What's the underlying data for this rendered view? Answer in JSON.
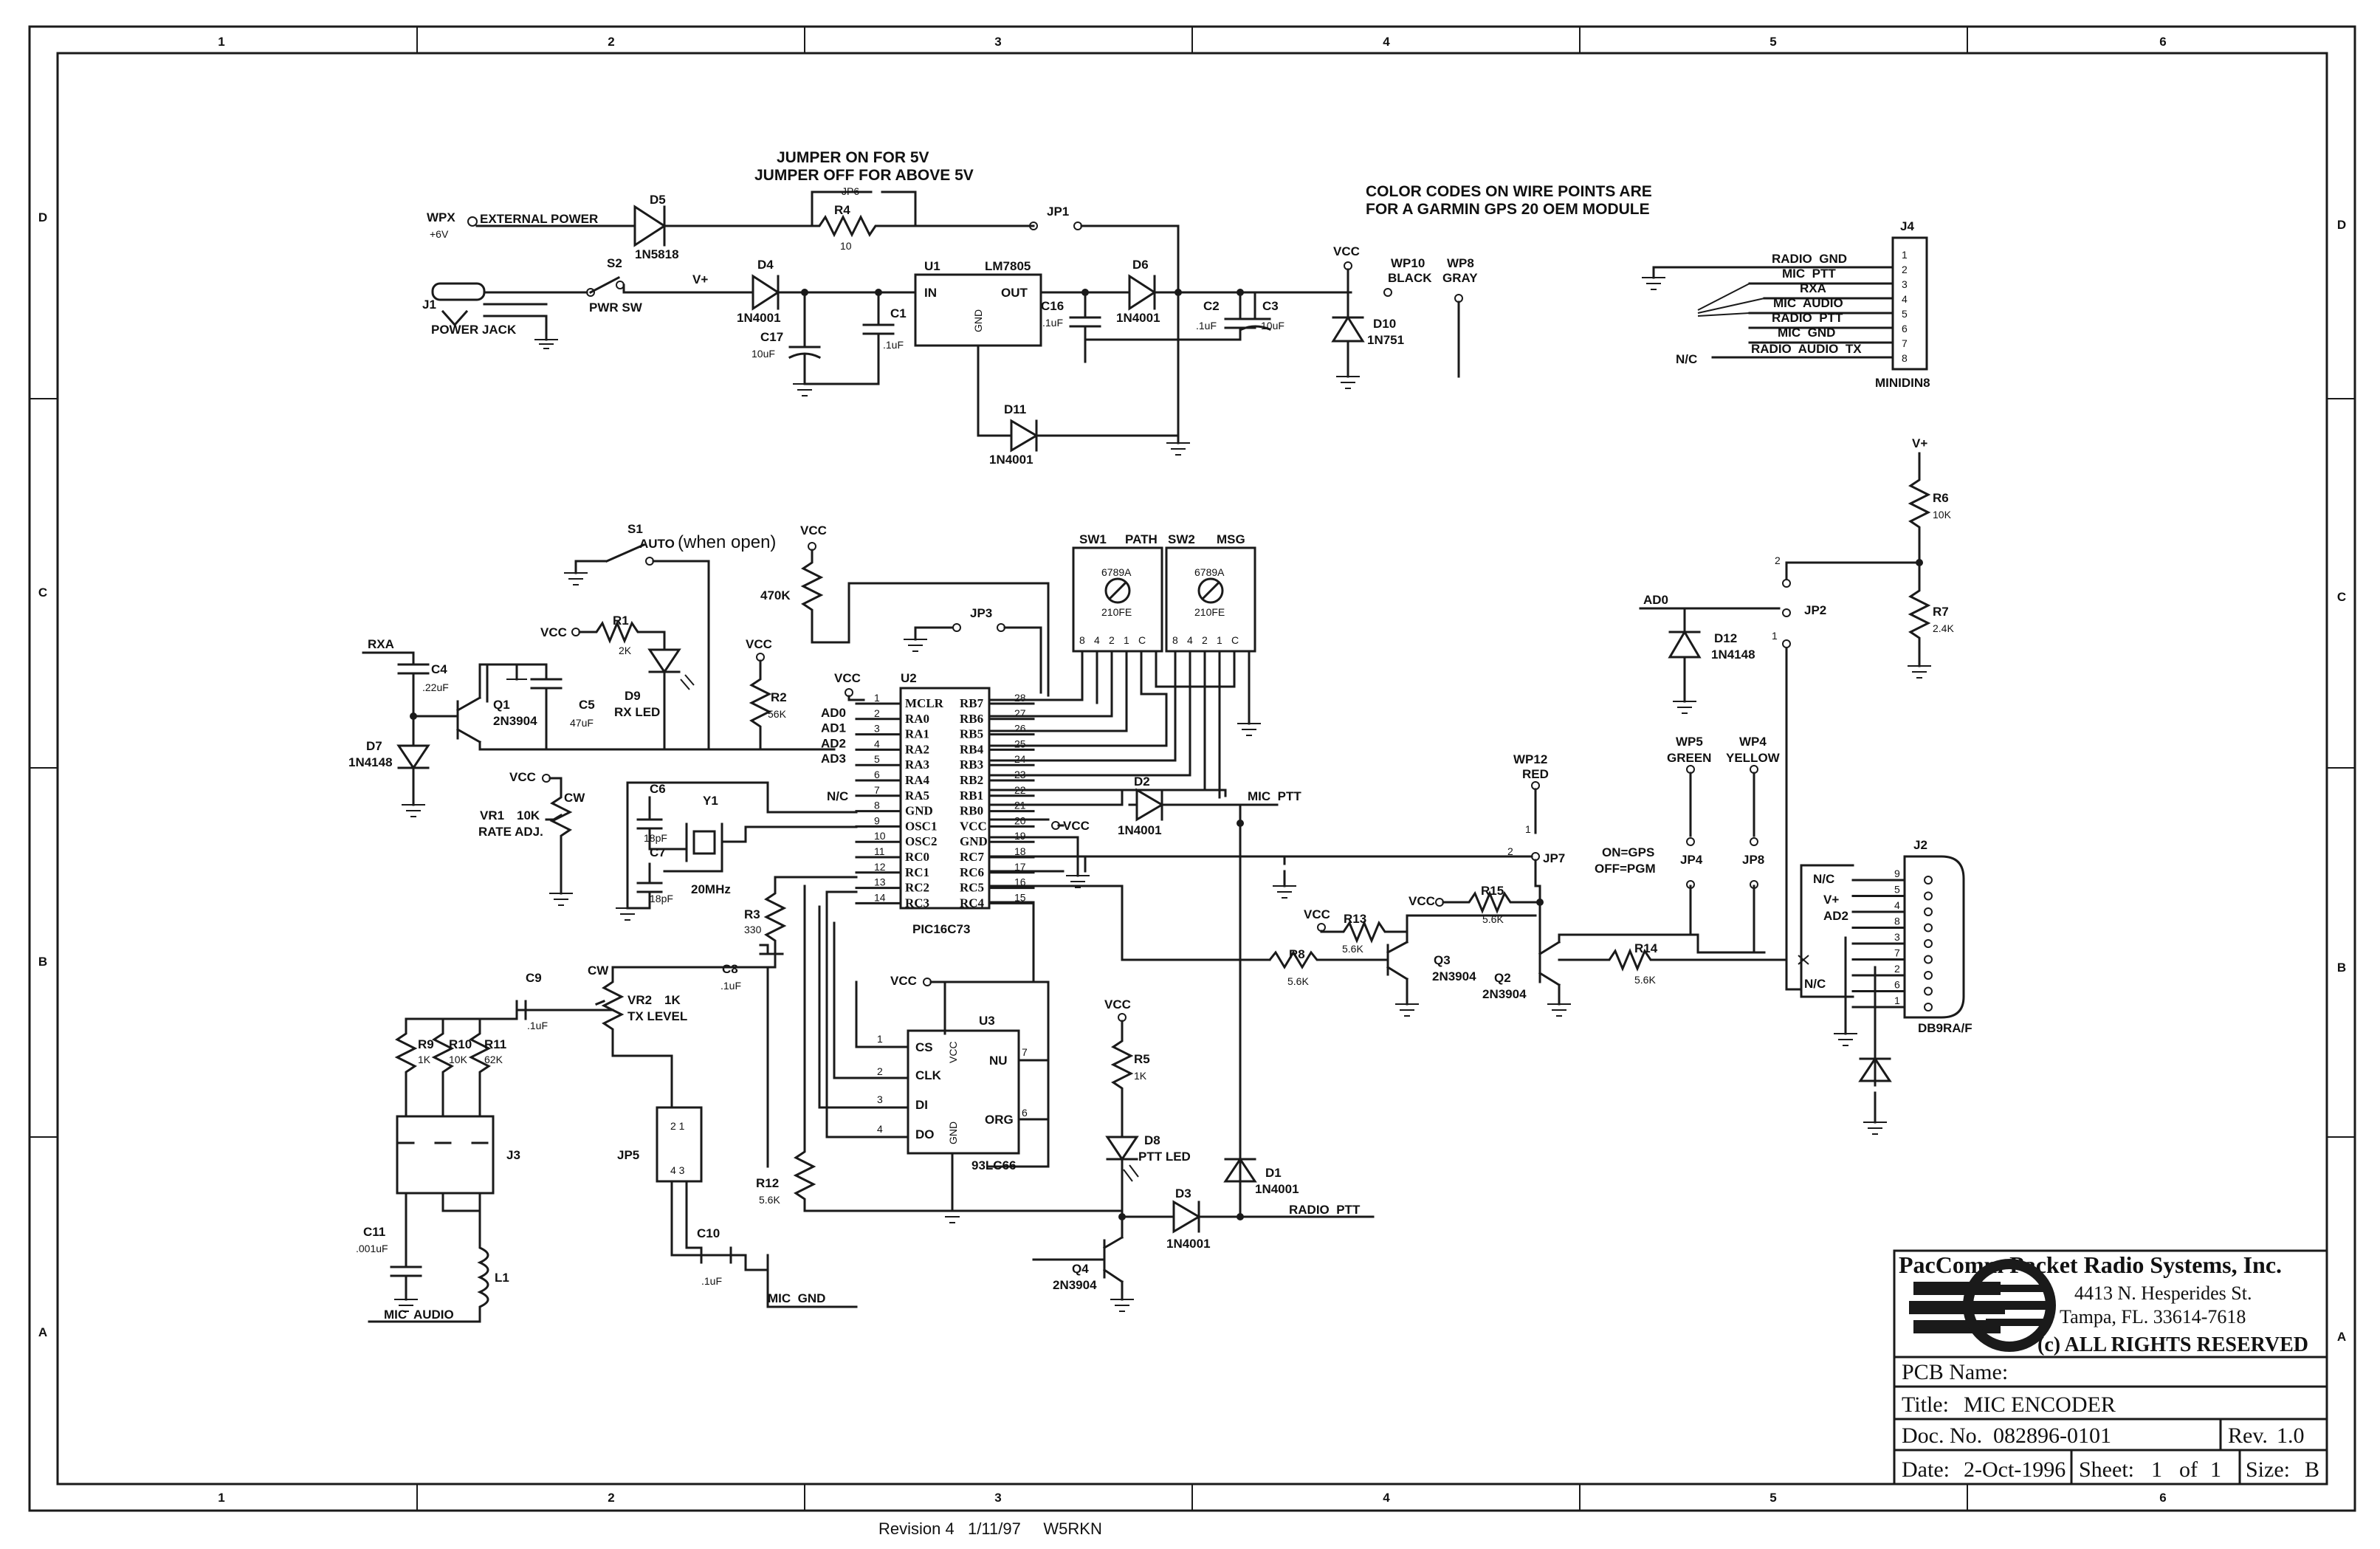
{
  "title_block": {
    "company": "PacComm Packet Radio Systems, Inc.",
    "address1": "4413 N. Hesperides St.",
    "address2": "Tampa, FL. 33614-7618",
    "rights": "(c) ALL RIGHTS RESERVED",
    "pcb_label": "PCB Name:",
    "title_label": "Title:",
    "title": "MIC ENCODER",
    "doc_label": "Doc. No.",
    "doc_no": "082896-0101",
    "rev_label": "Rev.",
    "rev": "1.0",
    "date_label": "Date:",
    "date": "2-Oct-1996",
    "sheet_label": "Sheet:",
    "sheet": "1",
    "of_label": "of",
    "of": "1",
    "size_label": "Size:",
    "size": "B"
  },
  "footer": {
    "revision": "Revision 4   1/11/97     W5RKN"
  },
  "border": {
    "cols": [
      "1",
      "2",
      "3",
      "4",
      "5",
      "6"
    ],
    "rows": [
      "D",
      "C",
      "B",
      "A"
    ]
  },
  "notes": {
    "jumper_on": "JUMPER ON FOR 5V",
    "jumper_off": "JUMPER OFF FOR ABOVE 5V",
    "color_codes1": "COLOR CODES ON WIRE POINTS ARE",
    "color_codes2": "FOR A GARMIN GPS 20 OEM MODULE",
    "on_gps": "ON=GPS",
    "off_pgm": "OFF=PGM"
  },
  "power": {
    "wpx": "WPX",
    "plus6v": "+6V",
    "external_power": "EXTERNAL POWER",
    "d5": "D5",
    "d5_part": "1N5818",
    "jp6": "JP6",
    "r4": "R4",
    "r4_val": "10",
    "jp1": "JP1",
    "j1": "J1",
    "power_jack": "POWER JACK",
    "s2": "S2",
    "pwr_sw": "PWR SW",
    "vplus": "V+",
    "d4": "D4",
    "d4_part": "1N4001",
    "c17": "C17",
    "c17_val": "10uF",
    "c1": "C1",
    "c1_val": ".1uF",
    "u1": "U1",
    "u1_part": "LM7805",
    "u1_in": "IN",
    "u1_out": "OUT",
    "u1_gnd": "GND",
    "c16": "C16",
    "c16_val": ".1uF",
    "d6": "D6",
    "d6_part": "1N4001",
    "c2": "C2",
    "c2_val": ".1uF",
    "c3": "C3",
    "c3_val": "10uF",
    "d11": "D11",
    "d11_part": "1N4001",
    "vcc": "VCC",
    "d10": "D10",
    "d10_part": "1N751",
    "wp10": "WP10",
    "black": "BLACK",
    "wp8": "WP8",
    "gray": "GRAY"
  },
  "j4": {
    "ref": "J4",
    "name": "MINIDIN8",
    "nc": "N/C",
    "pins": [
      {
        "num": "1",
        "label": "RADIO  GND"
      },
      {
        "num": "2",
        "label": "MIC  PTT"
      },
      {
        "num": "3",
        "label": "RXA"
      },
      {
        "num": "4",
        "label": "MIC  AUDIO"
      },
      {
        "num": "5",
        "label": "RADIO  PTT"
      },
      {
        "num": "6",
        "label": "MIC  GND"
      },
      {
        "num": "7",
        "label": ""
      },
      {
        "num": "8",
        "label": "RADIO  AUDIO  TX"
      }
    ]
  },
  "left": {
    "s1": "S1",
    "auto": "AUTO",
    "when_open": "(when open)",
    "vcc": "VCC",
    "r470k": "470K",
    "r1": "R1",
    "r1_val": "2K",
    "rxa": "RXA",
    "c4": "C4",
    "c4_val": ".22uF",
    "q1": "Q1",
    "q1_part": "2N3904",
    "c5": "C5",
    "c5_val": "47uF",
    "d9": "D9",
    "d9_part": "RX LED",
    "r2": "R2",
    "r2_val": "56K",
    "d7": "D7",
    "d7_part": "1N4148",
    "vr1": "VR1",
    "vr1_val": "10K",
    "rate_adj": "RATE ADJ.",
    "cw": "CW",
    "c6": "C6",
    "c6_val": "18pF",
    "c7": "C7",
    "c7_val": "18pF",
    "y1": "Y1",
    "y1_val": "20MHz",
    "nc": "N/C",
    "r3": "R3",
    "r3_val": "330",
    "c8": "C8",
    "c8_val": ".1uF",
    "c9": "C9",
    "c9_val": ".1uF",
    "vr2": "VR2",
    "vr2_val": "1K",
    "tx_level": "TX LEVEL",
    "r9": "R9",
    "r9_val": "1K",
    "r10": "R10",
    "r10_val": "10K",
    "r11": "R11",
    "r11_val": "62K",
    "j3": "J3",
    "jp5": "JP5",
    "c11": "C11",
    "c11_val": ".001uF",
    "l1": "L1",
    "mic_audio": "MIC  AUDIO",
    "c10": "C10",
    "c10_val": ".1uF",
    "mic_gnd": "MIC  GND",
    "r12": "R12",
    "r12_val": "5.6K",
    "jp3": "JP3"
  },
  "u2": {
    "ref": "U2",
    "part": "PIC16C73",
    "left_pins": [
      {
        "num": "1",
        "name": "MCLR",
        "net": ""
      },
      {
        "num": "2",
        "name": "RA0",
        "net": "AD0"
      },
      {
        "num": "3",
        "name": "RA1",
        "net": "AD1"
      },
      {
        "num": "4",
        "name": "RA2",
        "net": "AD2"
      },
      {
        "num": "5",
        "name": "RA3",
        "net": "AD3"
      },
      {
        "num": "6",
        "name": "RA4",
        "net": ""
      },
      {
        "num": "7",
        "name": "RA5",
        "net": ""
      },
      {
        "num": "8",
        "name": "GND",
        "net": ""
      },
      {
        "num": "9",
        "name": "OSC1",
        "net": ""
      },
      {
        "num": "10",
        "name": "OSC2",
        "net": ""
      },
      {
        "num": "11",
        "name": "RC0",
        "net": ""
      },
      {
        "num": "12",
        "name": "RC1",
        "net": ""
      },
      {
        "num": "13",
        "name": "RC2",
        "net": ""
      },
      {
        "num": "14",
        "name": "RC3",
        "net": ""
      }
    ],
    "right_pins": [
      {
        "num": "28",
        "name": "RB7"
      },
      {
        "num": "27",
        "name": "RB6"
      },
      {
        "num": "26",
        "name": "RB5"
      },
      {
        "num": "25",
        "name": "RB4"
      },
      {
        "num": "24",
        "name": "RB3"
      },
      {
        "num": "23",
        "name": "RB2"
      },
      {
        "num": "22",
        "name": "RB1"
      },
      {
        "num": "21",
        "name": "RB0"
      },
      {
        "num": "20",
        "name": "VCC"
      },
      {
        "num": "19",
        "name": "GND"
      },
      {
        "num": "18",
        "name": "RC7"
      },
      {
        "num": "17",
        "name": "RC6"
      },
      {
        "num": "16",
        "name": "RC5"
      },
      {
        "num": "15",
        "name": "RC4"
      }
    ]
  },
  "switches": {
    "sw1": "SW1",
    "path": "PATH",
    "sw2": "SW2",
    "msg": "MSG",
    "dial_top": "6789A",
    "dial_bot": "210FE",
    "pins": [
      "8",
      "4",
      "2",
      "1",
      "C"
    ]
  },
  "u3": {
    "ref": "U3",
    "part": "93LC66",
    "cs": "CS",
    "clk": "CLK",
    "di": "DI",
    "do": "DO",
    "vcc": "VCC",
    "nu": "NU",
    "org": "ORG",
    "gnd": "GND",
    "pins": {
      "cs": "1",
      "clk": "2",
      "di": "3",
      "do": "4",
      "nu": "7",
      "org": "6"
    }
  },
  "mid": {
    "d2": "D2",
    "d2_part": "1N4001",
    "mic_ptt": "MIC  PTT",
    "vcc": "VCC",
    "r5": "R5",
    "r5_val": "1K",
    "d8": "D8",
    "d8_part": "PTT LED",
    "d1": "D1",
    "d1_part": "1N4001",
    "d3": "D3",
    "d3_part": "1N4001",
    "radio_ptt": "RADIO  PTT",
    "q4": "Q4",
    "q4_part": "2N3904",
    "r8": "R8",
    "r8_val": "5.6K",
    "r13": "R13",
    "r13_val": "5.6K",
    "q3": "Q3",
    "q3_part": "2N3904",
    "r15": "R15",
    "r15_val": "5.6K",
    "q2": "Q2",
    "q2_part": "2N3904",
    "r14": "R14",
    "r14_val": "5.6K",
    "wp12": "WP12",
    "red": "RED",
    "jp7": "JP7",
    "wp5": "WP5",
    "green": "GREEN",
    "wp4": "WP4",
    "yellow": "YELLOW",
    "jp4": "JP4",
    "jp8": "JP8"
  },
  "right": {
    "vplus": "V+",
    "r6": "R6",
    "r6_val": "10K",
    "r7": "R7",
    "r7_val": "2.4K",
    "ad0": "AD0",
    "d12": "D12",
    "d12_part": "1N4148",
    "jp2": "JP2",
    "j2": "J2",
    "j2_name": "DB9RA/F",
    "nc": "N/C",
    "ad2": "AD2",
    "db9_pins": [
      "9",
      "5",
      "4",
      "8",
      "3",
      "7",
      "2",
      "6",
      "1"
    ]
  }
}
